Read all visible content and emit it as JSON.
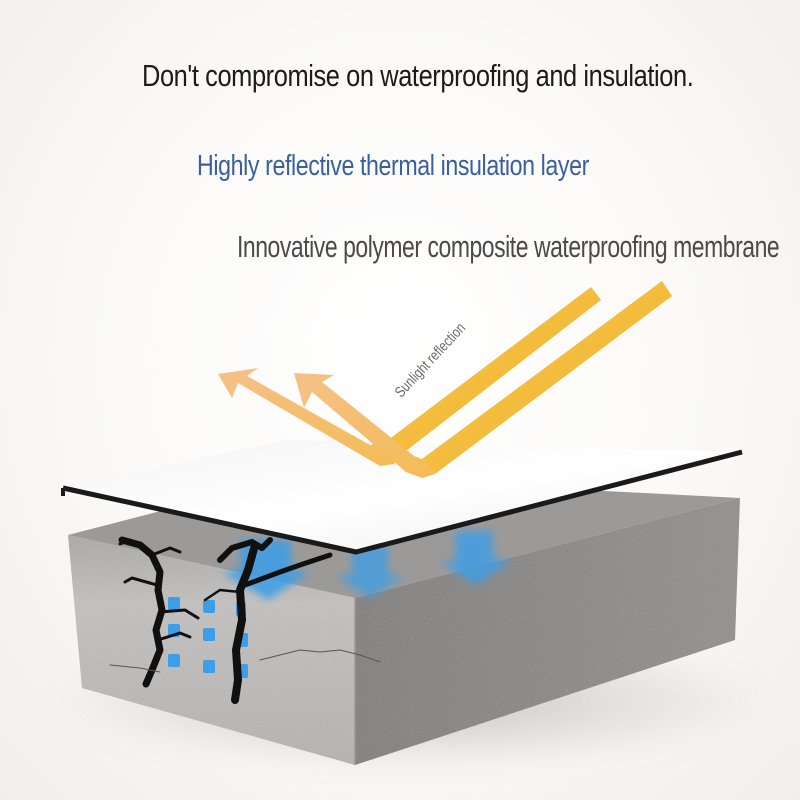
{
  "headline": "Don't compromise on waterproofing and insulation.",
  "labels": {
    "insulation_layer": "Highly reflective thermal insulation layer",
    "membrane": "Innovative polymer composite waterproofing membrane",
    "sunlight": "Sunlight reflection"
  },
  "colors": {
    "background": "#f7f6f4",
    "headline_text": "#1b1b1b",
    "insulation_text": "#3a5fa0",
    "membrane_text": "#4a4a4a",
    "sunlight_arrow": "#f4c24a",
    "reflected_arrow": "#f3b872",
    "water": "#3a9ee8",
    "concrete_front": "#b9b7b5",
    "concrete_side": "#858281",
    "membrane_sheet": "#fbfbfb",
    "membrane_edge": "#1a1a1a",
    "crack": "#101010"
  },
  "diagram": {
    "elements": [
      "sunlight-arrows",
      "reflective-membrane-sheet",
      "concrete-slab",
      "cracks",
      "water-seepage"
    ]
  }
}
